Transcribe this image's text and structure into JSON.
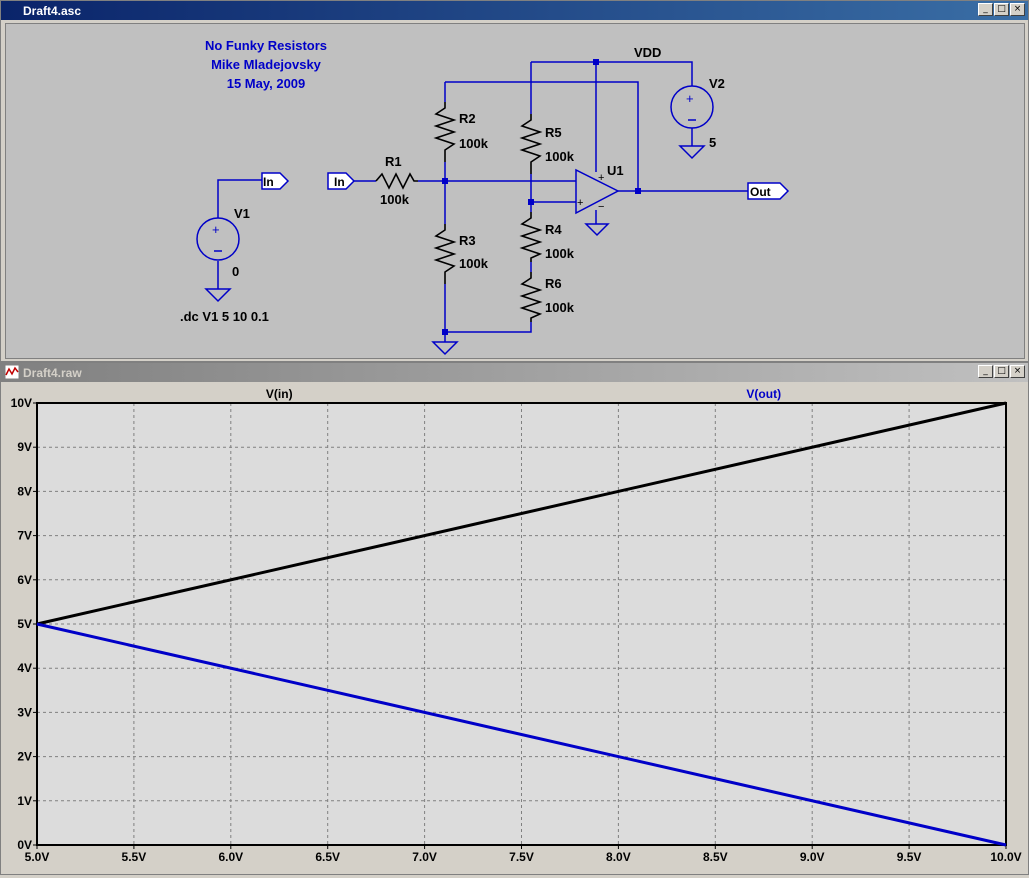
{
  "schematic_window": {
    "title": "Draft4.asc",
    "buttons": {
      "minimize": "_",
      "maximize": "□",
      "close": "×"
    }
  },
  "schematic": {
    "comment_lines": [
      "No Funky Resistors",
      "Mike Mladejovsky",
      "15 May, 2009"
    ],
    "directive": ".dc V1 5 10 0.1",
    "labels": {
      "v1": "V1",
      "v1_value": "0",
      "v2": "V2",
      "v2_value": "5",
      "vdd": "VDD",
      "r1": "R1",
      "r1_value": "100k",
      "r2": "R2",
      "r2_value": "100k",
      "r3": "R3",
      "r3_value": "100k",
      "r4": "R4",
      "r4_value": "100k",
      "r5": "R5",
      "r5_value": "100k",
      "r6": "R6",
      "r6_value": "100k",
      "u1": "U1",
      "net_in_1": "In",
      "net_in_2": "In",
      "net_out": "Out"
    },
    "colors": {
      "wire": "#0000c8",
      "label": "#000000",
      "comment": "#0000c8"
    }
  },
  "plot_window": {
    "title": "Draft4.raw",
    "buttons": {
      "minimize": "_",
      "maximize": "□",
      "close": "×"
    }
  },
  "chart_data": {
    "type": "line",
    "xlim": [
      5.0,
      10.0
    ],
    "ylim": [
      0,
      10
    ],
    "x_ticks": [
      "5.0V",
      "5.5V",
      "6.0V",
      "6.5V",
      "7.0V",
      "7.5V",
      "8.0V",
      "8.5V",
      "9.0V",
      "9.5V",
      "10.0V"
    ],
    "y_ticks": [
      "0V",
      "1V",
      "2V",
      "3V",
      "4V",
      "5V",
      "6V",
      "7V",
      "8V",
      "9V",
      "10V"
    ],
    "grid": true,
    "series": [
      {
        "name": "V(in)",
        "color": "#000000",
        "x": [
          5.0,
          10.0
        ],
        "y": [
          5,
          10
        ]
      },
      {
        "name": "V(out)",
        "color": "#0000c8",
        "x": [
          5.0,
          10.0
        ],
        "y": [
          5,
          0
        ]
      }
    ]
  }
}
